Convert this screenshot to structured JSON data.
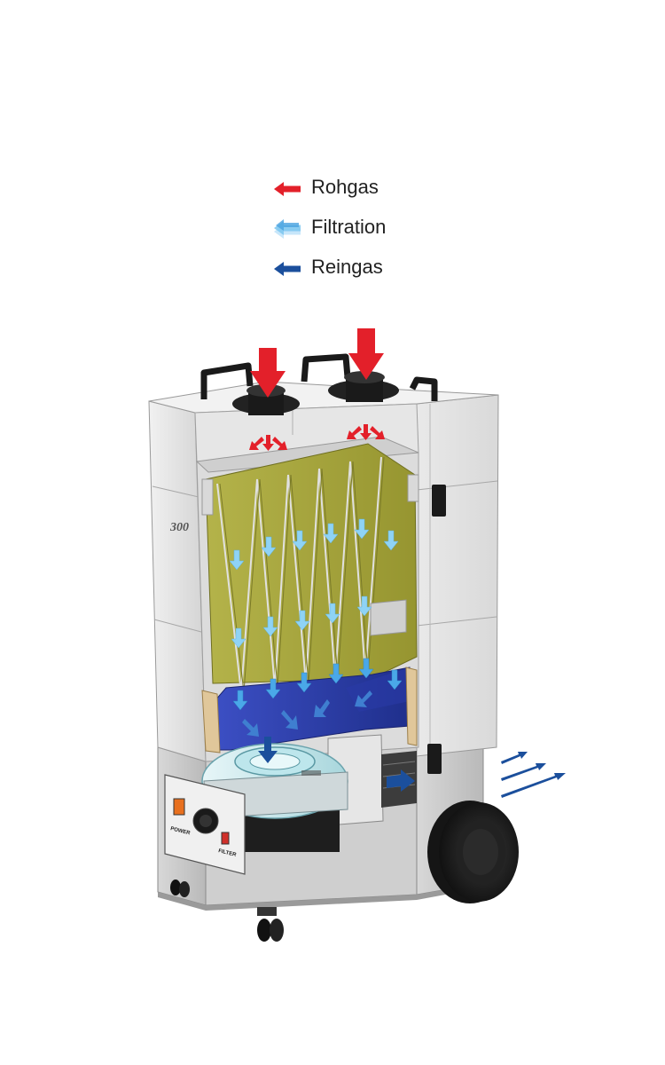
{
  "legend": {
    "items": [
      {
        "label": "Rohgas",
        "color": "#e3202a"
      },
      {
        "label": "Filtration",
        "color": "#7fc8f0"
      },
      {
        "label": "Reingas",
        "color": "#1b4f9c"
      }
    ]
  },
  "device": {
    "model_label": "300",
    "power_label": "POWER",
    "filter_label": "FILTER"
  },
  "colors": {
    "raw_gas": "#e3202a",
    "filtration": "#7fc8f0",
    "clean_gas": "#1b4f9c",
    "prefilter": "#a7a63b",
    "main_filter": "#2b3ea3",
    "housing": "#e4e4e4",
    "steel": "#c7c7c7"
  }
}
